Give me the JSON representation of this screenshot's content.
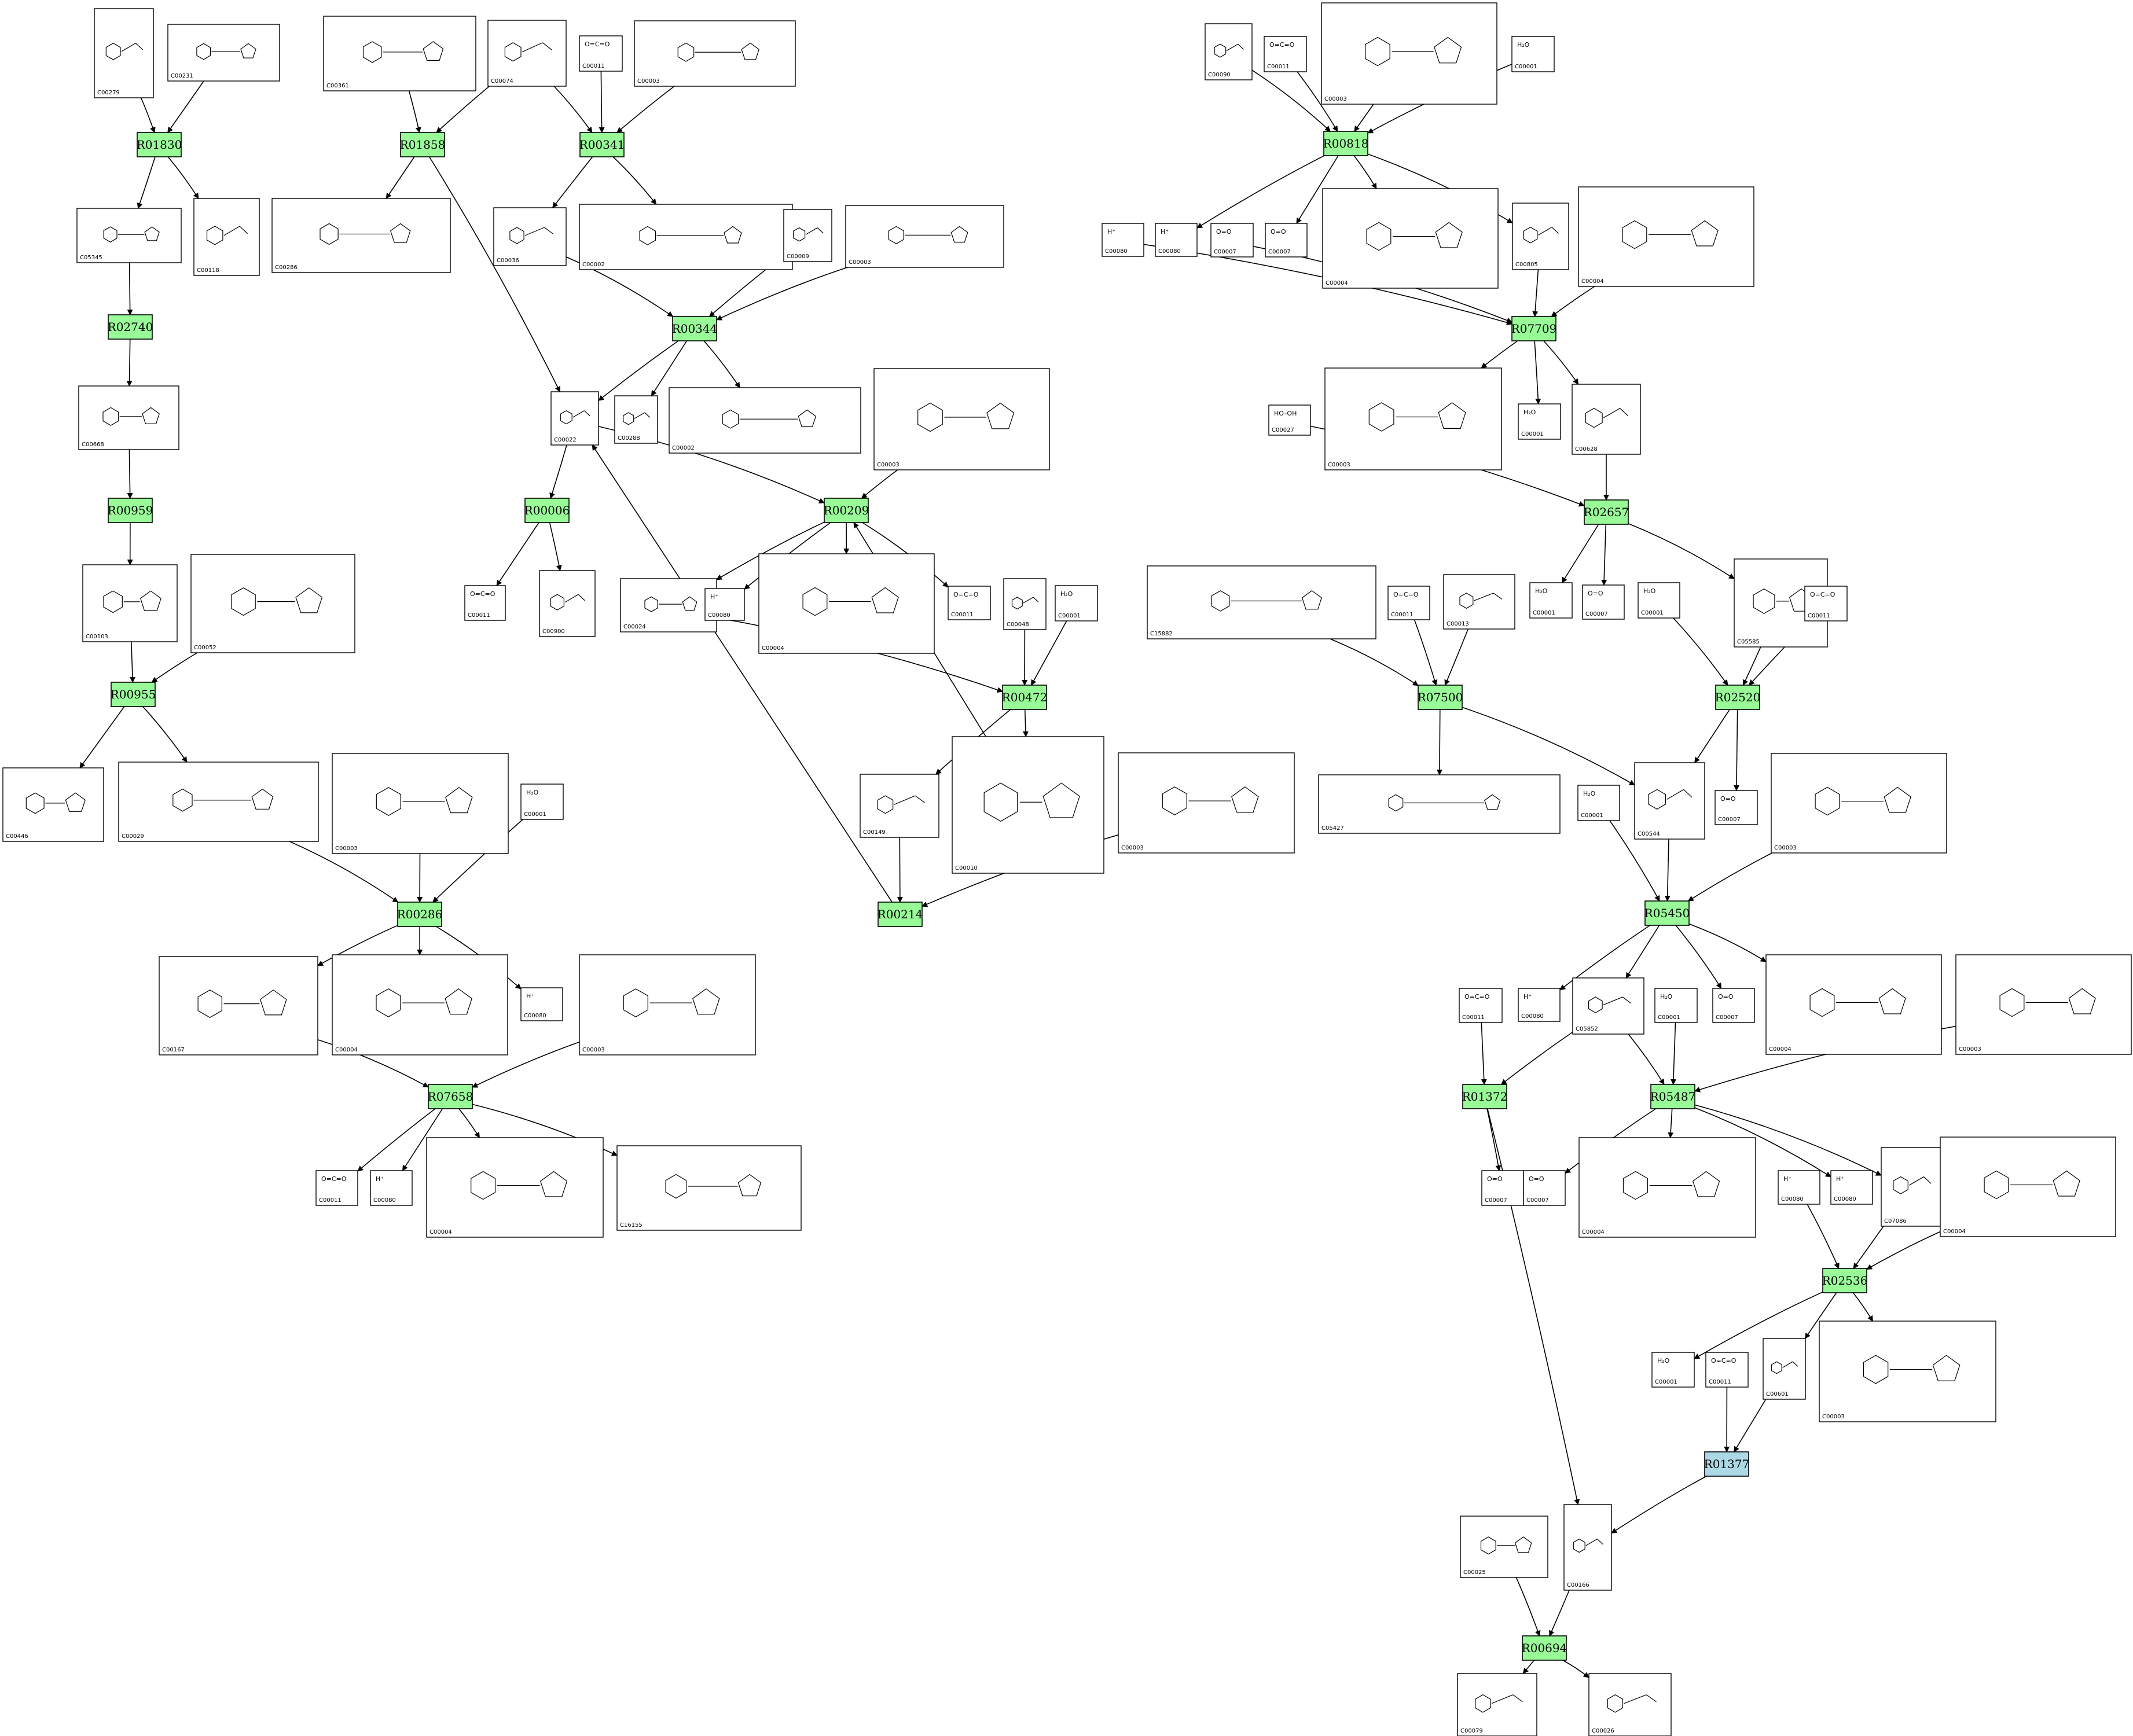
{
  "diagram": {
    "colors": {
      "reaction": "#98fb98",
      "reaction_highlight": "#add8e6",
      "stroke": "#000000",
      "background": "#ffffff"
    },
    "reactions": [
      {
        "id": "R01830",
        "label": "R01830",
        "kind": "normal"
      },
      {
        "id": "R01858",
        "label": "R01858",
        "kind": "normal"
      },
      {
        "id": "R00341",
        "label": "R00341",
        "kind": "normal"
      },
      {
        "id": "R02740",
        "label": "R02740",
        "kind": "normal"
      },
      {
        "id": "R00344",
        "label": "R00344",
        "kind": "normal"
      },
      {
        "id": "R00959",
        "label": "R00959",
        "kind": "normal"
      },
      {
        "id": "R00006",
        "label": "R00006",
        "kind": "normal"
      },
      {
        "id": "R00209",
        "label": "R00209",
        "kind": "normal"
      },
      {
        "id": "R00955",
        "label": "R00955",
        "kind": "normal"
      },
      {
        "id": "R00472",
        "label": "R00472",
        "kind": "normal"
      },
      {
        "id": "R00286",
        "label": "R00286",
        "kind": "normal"
      },
      {
        "id": "R00214",
        "label": "R00214",
        "kind": "normal"
      },
      {
        "id": "R07658",
        "label": "R07658",
        "kind": "normal"
      },
      {
        "id": "R00818",
        "label": "R00818",
        "kind": "normal"
      },
      {
        "id": "R07709",
        "label": "R07709",
        "kind": "normal"
      },
      {
        "id": "R02657",
        "label": "R02657",
        "kind": "normal"
      },
      {
        "id": "R07500",
        "label": "R07500",
        "kind": "normal"
      },
      {
        "id": "R02520",
        "label": "R02520",
        "kind": "normal"
      },
      {
        "id": "R05450",
        "label": "R05450",
        "kind": "normal"
      },
      {
        "id": "R01372",
        "label": "R01372",
        "kind": "normal"
      },
      {
        "id": "R05487",
        "label": "R05487",
        "kind": "normal"
      },
      {
        "id": "R02536",
        "label": "R02536",
        "kind": "normal"
      },
      {
        "id": "R01377",
        "label": "R01377",
        "kind": "highlight"
      },
      {
        "id": "R00694",
        "label": "R00694",
        "kind": "normal"
      }
    ],
    "compounds": [
      {
        "key": "c00279_a",
        "id": "C00279",
        "kind": "mol"
      },
      {
        "key": "c00231_a",
        "id": "C00231",
        "kind": "mol"
      },
      {
        "key": "c00361_a",
        "id": "C00361",
        "kind": "mol"
      },
      {
        "key": "c00074_a",
        "id": "C00074",
        "kind": "mol"
      },
      {
        "key": "c00011_a",
        "id": "C00011",
        "kind": "small",
        "label": "O=C=O"
      },
      {
        "key": "c00003_top",
        "id": "C00003",
        "kind": "mol"
      },
      {
        "key": "c05345_a",
        "id": "C05345",
        "kind": "mol"
      },
      {
        "key": "c00118_a",
        "id": "C00118",
        "kind": "mol"
      },
      {
        "key": "c00286_a",
        "id": "C00286",
        "kind": "mol"
      },
      {
        "key": "c00036_a",
        "id": "C00036",
        "kind": "mol"
      },
      {
        "key": "c00002_a",
        "id": "C00002",
        "kind": "mol"
      },
      {
        "key": "c00009_a",
        "id": "C00009",
        "kind": "mol"
      },
      {
        "key": "c00003_b",
        "id": "C00003",
        "kind": "mol"
      },
      {
        "key": "c00668_a",
        "id": "C00668",
        "kind": "mol"
      },
      {
        "key": "c00022_a",
        "id": "C00022",
        "kind": "mol"
      },
      {
        "key": "c00288_a",
        "id": "C00288",
        "kind": "mol"
      },
      {
        "key": "c00002_b",
        "id": "C00002",
        "kind": "mol"
      },
      {
        "key": "c00003_c",
        "id": "C00003",
        "kind": "mol"
      },
      {
        "key": "c00103_a",
        "id": "C00103",
        "kind": "mol"
      },
      {
        "key": "c00052_a",
        "id": "C00052",
        "kind": "mol"
      },
      {
        "key": "c00011_b",
        "id": "C00011",
        "kind": "small",
        "label": "O=C=O"
      },
      {
        "key": "c00900_a",
        "id": "C00900",
        "kind": "mol"
      },
      {
        "key": "c00024_a",
        "id": "C00024",
        "kind": "mol"
      },
      {
        "key": "c00080_a",
        "id": "C00080",
        "kind": "small",
        "label": "H⁺"
      },
      {
        "key": "c00004_a",
        "id": "C00004",
        "kind": "mol"
      },
      {
        "key": "c00011_c",
        "id": "C00011",
        "kind": "small",
        "label": "O=C=O"
      },
      {
        "key": "c00048_a",
        "id": "C00048",
        "kind": "mol"
      },
      {
        "key": "c00001_a",
        "id": "C00001",
        "kind": "small",
        "label": "H₂O"
      },
      {
        "key": "c00446_a",
        "id": "C00446",
        "kind": "mol"
      },
      {
        "key": "c00029_a",
        "id": "C00029",
        "kind": "mol"
      },
      {
        "key": "c00003_d",
        "id": "C00003",
        "kind": "mol"
      },
      {
        "key": "c00001_b",
        "id": "C00001",
        "kind": "small",
        "label": "H₂O"
      },
      {
        "key": "c00149_a",
        "id": "C00149",
        "kind": "mol"
      },
      {
        "key": "c00010_a",
        "id": "C00010",
        "kind": "mol"
      },
      {
        "key": "c00003_e",
        "id": "C00003",
        "kind": "mol"
      },
      {
        "key": "c00167_a",
        "id": "C00167",
        "kind": "mol"
      },
      {
        "key": "c00004_b",
        "id": "C00004",
        "kind": "mol"
      },
      {
        "key": "c00080_b",
        "id": "C00080",
        "kind": "small",
        "label": "H⁺"
      },
      {
        "key": "c00003_f",
        "id": "C00003",
        "kind": "mol"
      },
      {
        "key": "c00011_d",
        "id": "C00011",
        "kind": "small",
        "label": "O=C=O"
      },
      {
        "key": "c00080_c",
        "id": "C00080",
        "kind": "small",
        "label": "H⁺"
      },
      {
        "key": "c00004_c",
        "id": "C00004",
        "kind": "mol"
      },
      {
        "key": "c00011_e",
        "id": "C00011",
        "kind": "small",
        "label": "O=C=O"
      },
      {
        "key": "c00080_d",
        "id": "C00080",
        "kind": "small",
        "label": "H⁺"
      },
      {
        "key": "c00004_d",
        "id": "C00004",
        "kind": "mol"
      },
      {
        "key": "c16155_a",
        "id": "C16155",
        "kind": "mol"
      },
      {
        "key": "c00090_a",
        "id": "C00090",
        "kind": "mol"
      },
      {
        "key": "c00011_f",
        "id": "C00011",
        "kind": "small",
        "label": "O=C=O"
      },
      {
        "key": "c00003_g",
        "id": "C00003",
        "kind": "mol"
      },
      {
        "key": "c00001_c",
        "id": "C00001",
        "kind": "small",
        "label": "H₂O"
      },
      {
        "key": "c00080_e",
        "id": "C00080",
        "kind": "small",
        "label": "H⁺"
      },
      {
        "key": "c00080_f",
        "id": "C00080",
        "kind": "small",
        "label": "H⁺"
      },
      {
        "key": "c00007_a",
        "id": "C00007",
        "kind": "small",
        "label": "O=O"
      },
      {
        "key": "c00007_b",
        "id": "C00007",
        "kind": "small",
        "label": "O=O"
      },
      {
        "key": "c00004_e",
        "id": "C00004",
        "kind": "mol"
      },
      {
        "key": "c00805_a",
        "id": "C00805",
        "kind": "mol"
      },
      {
        "key": "c00004_f",
        "id": "C00004",
        "kind": "mol"
      },
      {
        "key": "c00003_h",
        "id": "C00003",
        "kind": "mol"
      },
      {
        "key": "c00027_a",
        "id": "C00027",
        "kind": "small",
        "label": "HO–OH"
      },
      {
        "key": "c00001_d",
        "id": "C00001",
        "kind": "small",
        "label": "H₂O"
      },
      {
        "key": "c00628_a",
        "id": "C00628",
        "kind": "mol"
      },
      {
        "key": "c15882_a",
        "id": "C15882",
        "kind": "mol"
      },
      {
        "key": "c00011_g",
        "id": "C00011",
        "kind": "small",
        "label": "O=C=O"
      },
      {
        "key": "c00013_a",
        "id": "C00013",
        "kind": "mol"
      },
      {
        "key": "c00001_e",
        "id": "C00001",
        "kind": "small",
        "label": "H₂O"
      },
      {
        "key": "c00007_c",
        "id": "C00007",
        "kind": "small",
        "label": "O=O"
      },
      {
        "key": "c00001_f",
        "id": "C00001",
        "kind": "small",
        "label": "H₂O"
      },
      {
        "key": "c05585_a",
        "id": "C05585",
        "kind": "mol"
      },
      {
        "key": "c00011_h",
        "id": "C00011",
        "kind": "small",
        "label": "O=C=O"
      },
      {
        "key": "c05427_a",
        "id": "C05427",
        "kind": "mol"
      },
      {
        "key": "c00001_g",
        "id": "C00001",
        "kind": "small",
        "label": "H₂O"
      },
      {
        "key": "c00544_a",
        "id": "C00544",
        "kind": "mol"
      },
      {
        "key": "c00007_d",
        "id": "C00007",
        "kind": "small",
        "label": "O=O"
      },
      {
        "key": "c00003_i",
        "id": "C00003",
        "kind": "mol"
      },
      {
        "key": "c00011_i",
        "id": "C00011",
        "kind": "small",
        "label": "O=C=O"
      },
      {
        "key": "c00080_g",
        "id": "C00080",
        "kind": "small",
        "label": "H⁺"
      },
      {
        "key": "c05852_a",
        "id": "C05852",
        "kind": "mol"
      },
      {
        "key": "c00001_h",
        "id": "C00001",
        "kind": "small",
        "label": "H₂O"
      },
      {
        "key": "c00007_e",
        "id": "C00007",
        "kind": "small",
        "label": "O=O"
      },
      {
        "key": "c00004_g",
        "id": "C00004",
        "kind": "mol"
      },
      {
        "key": "c00003_j",
        "id": "C00003",
        "kind": "mol"
      },
      {
        "key": "c00007_f",
        "id": "C00007",
        "kind": "small",
        "label": "O=O"
      },
      {
        "key": "c00007_g",
        "id": "C00007",
        "kind": "small",
        "label": "O=O"
      },
      {
        "key": "c00004_h",
        "id": "C00004",
        "kind": "mol"
      },
      {
        "key": "c00080_h",
        "id": "C00080",
        "kind": "small",
        "label": "H⁺"
      },
      {
        "key": "c00080_i",
        "id": "C00080",
        "kind": "small",
        "label": "H⁺"
      },
      {
        "key": "c07086_a",
        "id": "C07086",
        "kind": "mol"
      },
      {
        "key": "c00004_i",
        "id": "C00004",
        "kind": "mol"
      },
      {
        "key": "c00001_i",
        "id": "C00001",
        "kind": "small",
        "label": "H₂O"
      },
      {
        "key": "c00011_j",
        "id": "C00011",
        "kind": "small",
        "label": "O=C=O"
      },
      {
        "key": "c00601_a",
        "id": "C00601",
        "kind": "mol"
      },
      {
        "key": "c00003_k",
        "id": "C00003",
        "kind": "mol"
      },
      {
        "key": "c00025_a",
        "id": "C00025",
        "kind": "mol"
      },
      {
        "key": "c00166_a",
        "id": "C00166",
        "kind": "mol"
      },
      {
        "key": "c00079_a",
        "id": "C00079",
        "kind": "mol"
      },
      {
        "key": "c00026_a",
        "id": "C00026",
        "kind": "mol"
      }
    ],
    "edges": [
      [
        "c00279_a",
        "R01830"
      ],
      [
        "c00231_a",
        "R01830"
      ],
      [
        "R01830",
        "c05345_a"
      ],
      [
        "R01830",
        "c00118_a"
      ],
      [
        "c05345_a",
        "R02740"
      ],
      [
        "R02740",
        "c00668_a"
      ],
      [
        "c00668_a",
        "R00959"
      ],
      [
        "R00959",
        "c00103_a"
      ],
      [
        "c00103_a",
        "R00955"
      ],
      [
        "c00052_a",
        "R00955"
      ],
      [
        "R00955",
        "c00446_a"
      ],
      [
        "R00955",
        "c00029_a"
      ],
      [
        "c00029_a",
        "R00286"
      ],
      [
        "c00003_d",
        "R00286"
      ],
      [
        "c00001_b",
        "R00286"
      ],
      [
        "R00286",
        "c00167_a"
      ],
      [
        "R00286",
        "c00004_b"
      ],
      [
        "R00286",
        "c00080_b"
      ],
      [
        "c00167_a",
        "R07658"
      ],
      [
        "c00003_f",
        "R07658"
      ],
      [
        "R07658",
        "c00011_d"
      ],
      [
        "R07658",
        "c00080_c"
      ],
      [
        "R07658",
        "c00004_c"
      ],
      [
        "R07658",
        "c16155_a"
      ],
      [
        "c00361_a",
        "R01858"
      ],
      [
        "c00074_a",
        "R01858"
      ],
      [
        "R01858",
        "c00286_a"
      ],
      [
        "R01858",
        "c00022_a"
      ],
      [
        "c00074_a",
        "R00341"
      ],
      [
        "c00011_a",
        "R00341"
      ],
      [
        "c00003_top",
        "R00341"
      ],
      [
        "R00341",
        "c00036_a"
      ],
      [
        "R00341",
        "c00002_a"
      ],
      [
        "c00036_a",
        "R00344"
      ],
      [
        "c00009_a",
        "R00344"
      ],
      [
        "c00003_b",
        "R00344"
      ],
      [
        "R00344",
        "c00022_a"
      ],
      [
        "R00344",
        "c00288_a"
      ],
      [
        "R00344",
        "c00002_b"
      ],
      [
        "c00022_a",
        "R00006"
      ],
      [
        "R00006",
        "c00011_b"
      ],
      [
        "R00006",
        "c00900_a"
      ],
      [
        "c00022_a",
        "R00209"
      ],
      [
        "c00003_c",
        "R00209"
      ],
      [
        "R00209",
        "c00024_a"
      ],
      [
        "R00209",
        "c00080_a"
      ],
      [
        "R00209",
        "c00004_a"
      ],
      [
        "R00209",
        "c00011_c"
      ],
      [
        "c00024_a",
        "R00472"
      ],
      [
        "c00048_a",
        "R00472"
      ],
      [
        "c00001_a",
        "R00472"
      ],
      [
        "R00472",
        "c00149_a"
      ],
      [
        "R00472",
        "c00010_a"
      ],
      [
        "c00010_a",
        "R00209"
      ],
      [
        "c00149_a",
        "R00214"
      ],
      [
        "c00003_e",
        "R00214"
      ],
      [
        "R00214",
        "c00022_a"
      ],
      [
        "R00214",
        "c00011_e"
      ],
      [
        "R00214",
        "c00080_d"
      ],
      [
        "R00214",
        "c00004_d"
      ],
      [
        "c00090_a",
        "R00818"
      ],
      [
        "c00011_f",
        "R00818"
      ],
      [
        "c00003_g",
        "R00818"
      ],
      [
        "c00001_c",
        "R00818"
      ],
      [
        "R00818",
        "c00080_f"
      ],
      [
        "R00818",
        "c00007_b"
      ],
      [
        "R00818",
        "c00004_e"
      ],
      [
        "R00818",
        "c00805_a"
      ],
      [
        "c00080_e",
        "R07709"
      ],
      [
        "c00007_a",
        "R07709"
      ],
      [
        "c00805_a",
        "R07709"
      ],
      [
        "c00004_f",
        "R07709"
      ],
      [
        "R07709",
        "c00003_h"
      ],
      [
        "R07709",
        "c00001_d"
      ],
      [
        "R07709",
        "c00628_a"
      ],
      [
        "c00027_a",
        "R02657"
      ],
      [
        "c00628_a",
        "R02657"
      ],
      [
        "R02657",
        "c00001_e"
      ],
      [
        "R02657",
        "c00007_c"
      ],
      [
        "R02657",
        "c05585_a"
      ],
      [
        "c15882_a",
        "R07500"
      ],
      [
        "c00011_g",
        "R07500"
      ],
      [
        "c00013_a",
        "R07500"
      ],
      [
        "R07500",
        "c05427_a"
      ],
      [
        "R07500",
        "c00544_a"
      ],
      [
        "c00001_f",
        "R02520"
      ],
      [
        "c05585_a",
        "R02520"
      ],
      [
        "c00011_h",
        "R02520"
      ],
      [
        "R02520",
        "c00544_a"
      ],
      [
        "R02520",
        "c00007_d"
      ],
      [
        "c00001_g",
        "R05450"
      ],
      [
        "c00544_a",
        "R05450"
      ],
      [
        "c00003_i",
        "R05450"
      ],
      [
        "R05450",
        "c00080_g"
      ],
      [
        "R05450",
        "c05852_a"
      ],
      [
        "R05450",
        "c00007_e"
      ],
      [
        "R05450",
        "c00004_g"
      ],
      [
        "c00011_i",
        "R01372"
      ],
      [
        "c05852_a",
        "R01372"
      ],
      [
        "R01372",
        "c00007_f"
      ],
      [
        "R01372",
        "c00166_a"
      ],
      [
        "c05852_a",
        "R05487"
      ],
      [
        "c00001_h",
        "R05487"
      ],
      [
        "c00003_j",
        "R05487"
      ],
      [
        "R05487",
        "c00007_g"
      ],
      [
        "R05487",
        "c00004_h"
      ],
      [
        "R05487",
        "c00080_i"
      ],
      [
        "R05487",
        "c07086_a"
      ],
      [
        "c00080_h",
        "R02536"
      ],
      [
        "c07086_a",
        "R02536"
      ],
      [
        "c00004_i",
        "R02536"
      ],
      [
        "R02536",
        "c00001_i"
      ],
      [
        "R02536",
        "c00601_a"
      ],
      [
        "R02536",
        "c00003_k"
      ],
      [
        "c00011_j",
        "R01377"
      ],
      [
        "c00601_a",
        "R01377"
      ],
      [
        "R01377",
        "c00166_a"
      ],
      [
        "c00025_a",
        "R00694"
      ],
      [
        "c00166_a",
        "R00694"
      ],
      [
        "R00694",
        "c00079_a"
      ],
      [
        "R00694",
        "c00026_a"
      ]
    ]
  }
}
